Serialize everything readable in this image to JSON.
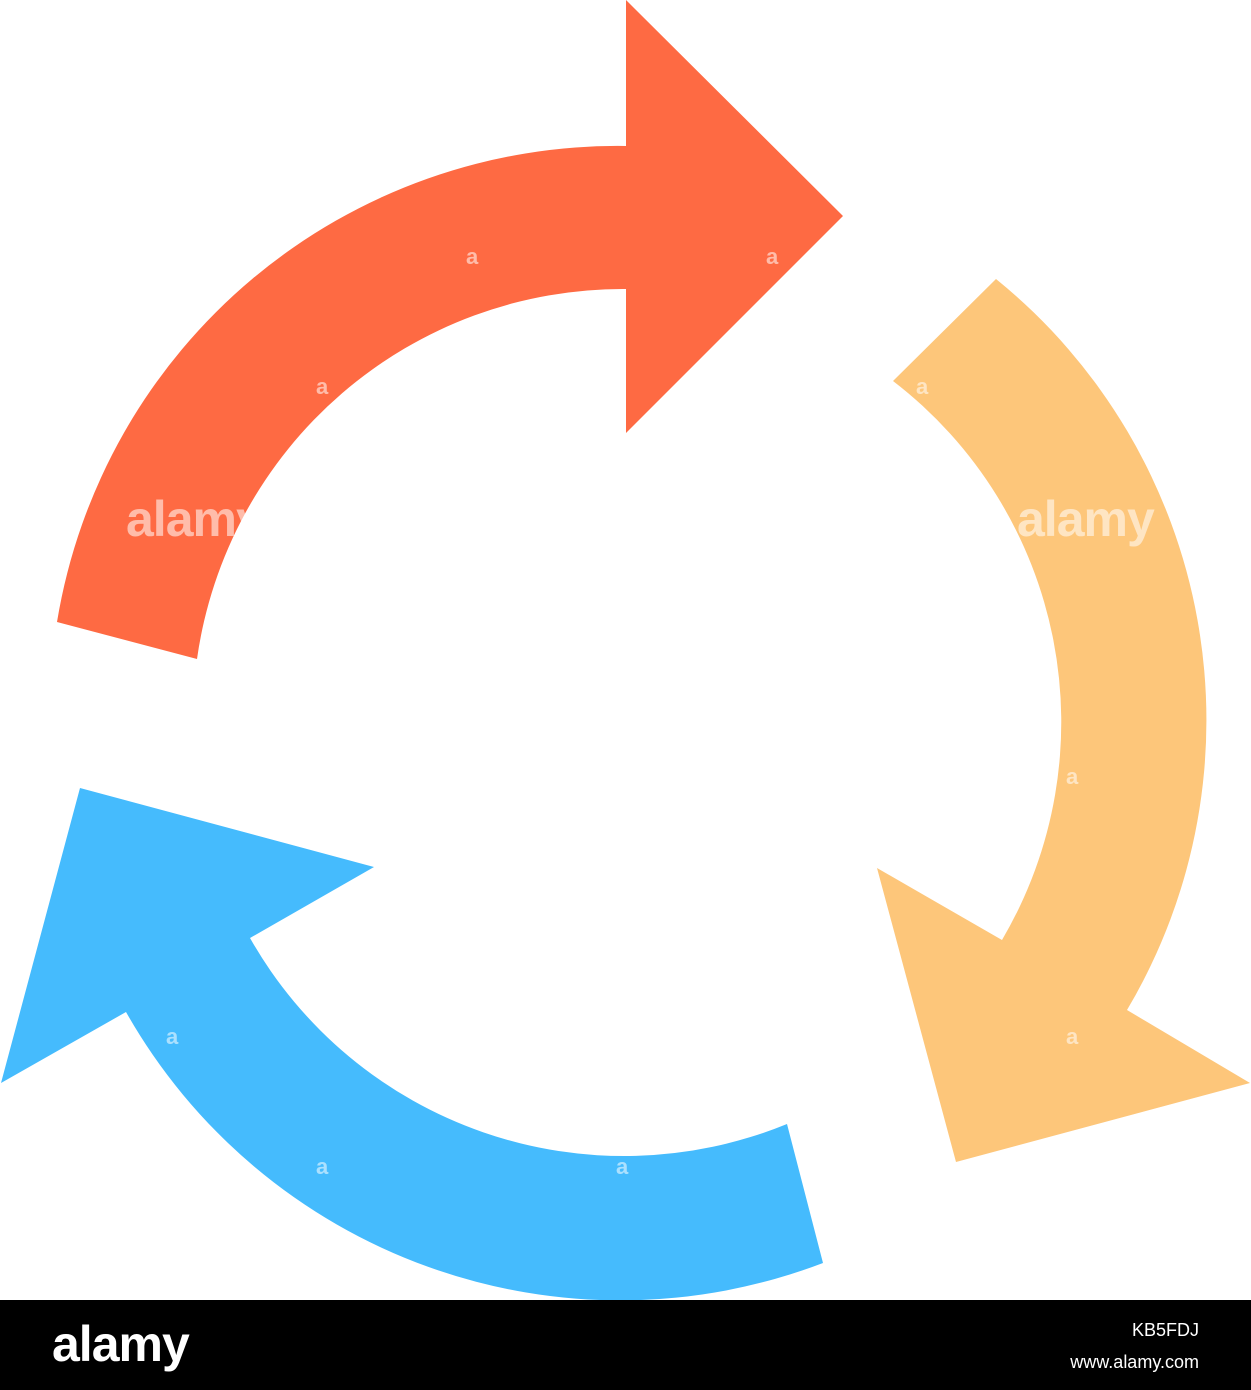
{
  "artwork": {
    "arrows": [
      {
        "name": "red-arrow",
        "color": "#FE6A43"
      },
      {
        "name": "orange-arrow",
        "color": "#FDC67A"
      },
      {
        "name": "blue-arrow",
        "color": "#45BBFD"
      }
    ],
    "watermark_text": "alamy",
    "watermark_small": "a"
  },
  "footer": {
    "logo": "alamy",
    "image_id": "KB5FDJ",
    "site": "www.alamy.com"
  }
}
